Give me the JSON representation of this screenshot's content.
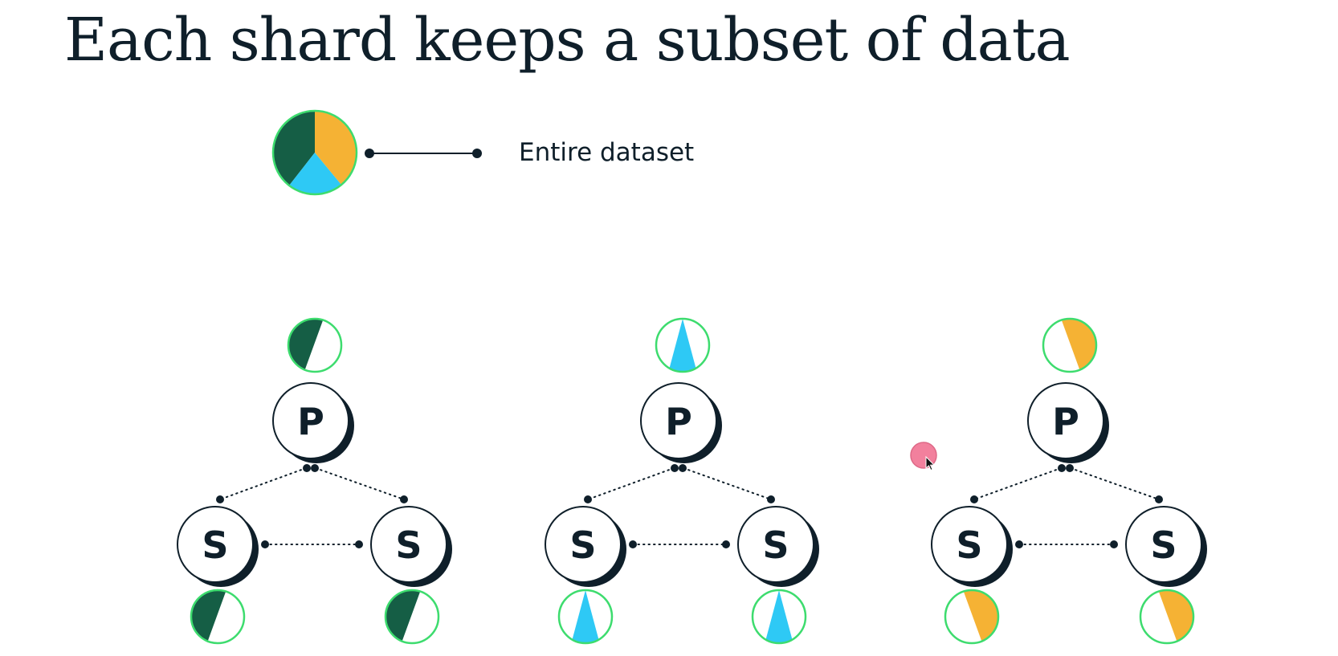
{
  "title": "Each shard keeps a subset of data",
  "legend": {
    "label": "Entire dataset"
  },
  "colors": {
    "dark_green": "#155e45",
    "cyan": "#2ec9f5",
    "orange": "#f5b234",
    "outline_green": "#3ddc6e",
    "node_ink": "#0f1f2a",
    "cursor_pink": "#f06b8c"
  },
  "primary_label": "P",
  "secondary_label": "S",
  "shards": [
    {
      "data_color": "dark_green"
    },
    {
      "data_color": "cyan"
    },
    {
      "data_color": "orange"
    }
  ]
}
